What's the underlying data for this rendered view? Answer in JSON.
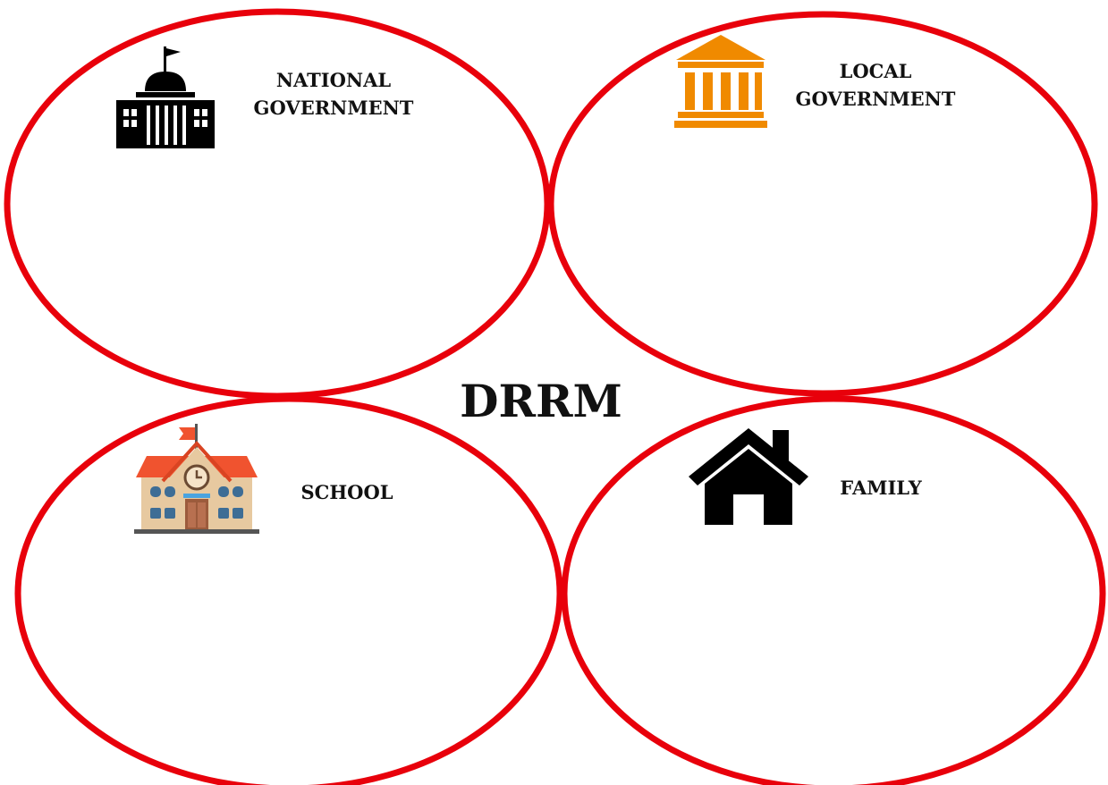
{
  "center_title": "DRRM",
  "colors": {
    "oval_stroke": "#e8000b",
    "national_icon": "#000000",
    "local_icon": "#f08a00",
    "family_icon": "#000000",
    "school_roof": "#f0532f",
    "school_wall": "#e7c9a0"
  },
  "sections": {
    "national": {
      "line1": "NATIONAL",
      "line2": "GOVERNMENT",
      "icon": "government-building-icon"
    },
    "local": {
      "line1": "LOCAL",
      "line2": "GOVERNMENT",
      "icon": "columned-building-icon"
    },
    "school": {
      "line1": "SCHOOL",
      "icon": "school-building-icon"
    },
    "family": {
      "line1": "FAMILY",
      "icon": "house-icon"
    }
  }
}
